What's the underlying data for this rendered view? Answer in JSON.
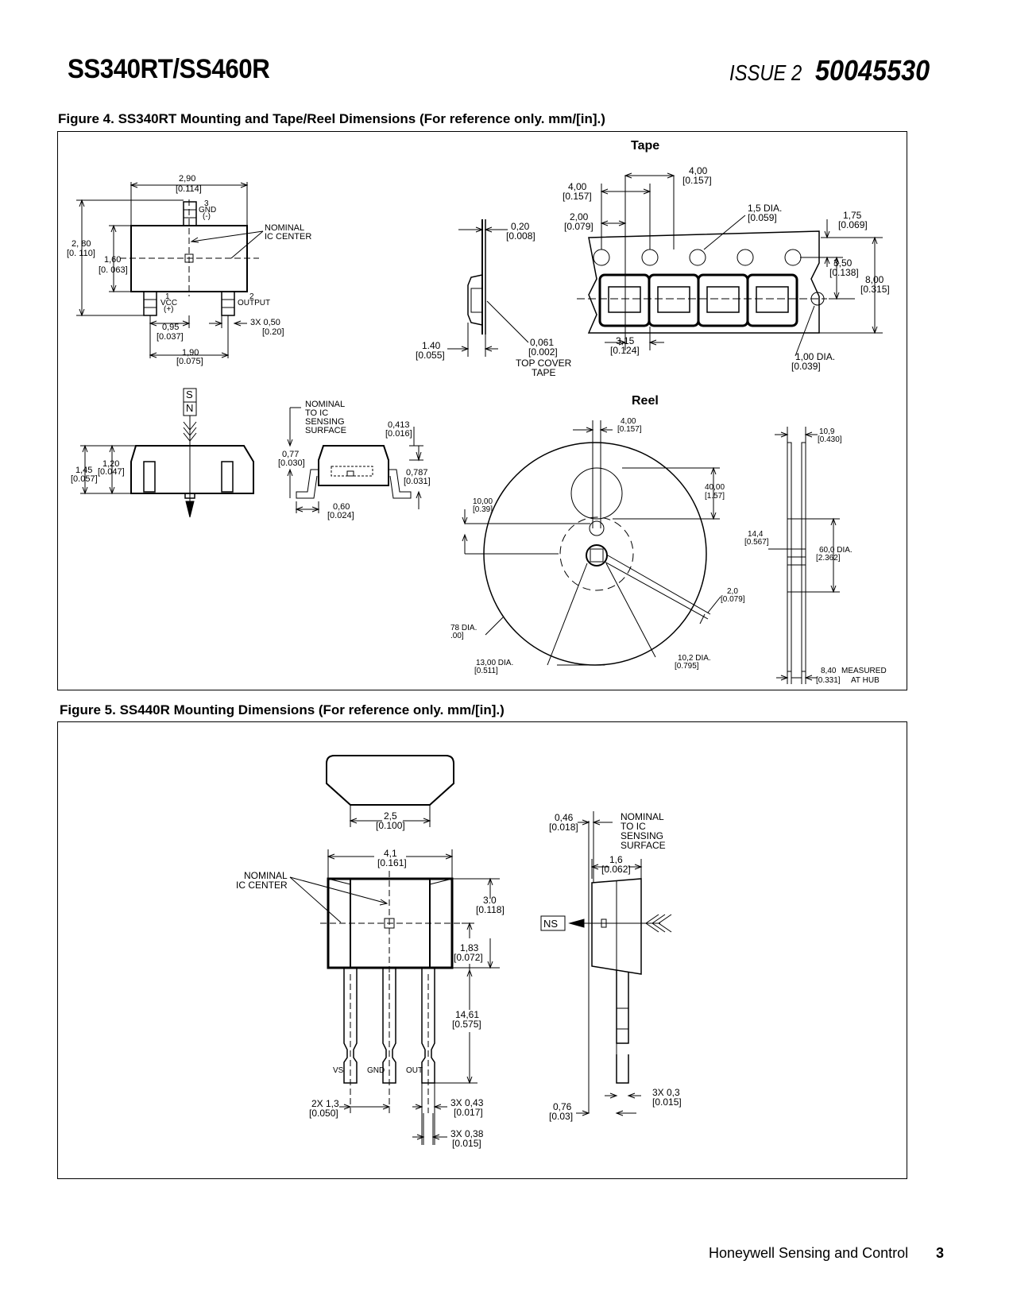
{
  "header": {
    "part": "SS340RT/SS460R",
    "issue": "ISSUE 2",
    "doc_number": "50045530"
  },
  "figure4": {
    "caption": "Figure 4. SS340RT Mounting and Tape/Reel Dimensions (For reference only. mm/[in].)",
    "tape_title": "Tape",
    "reel_title": "Reel",
    "top_view": {
      "width_mm": "2,90",
      "width_in": "[0.114]",
      "height_mm": "2, 80",
      "height_in": "[0. 110]",
      "body_mm": "1,60",
      "body_in": "[0. 063]",
      "pin3": "3",
      "pin3_name": "GND",
      "pin3_pol": "(-)",
      "pin1": "1",
      "pin1_name": "VCC",
      "pin1_pol": "(+)",
      "pin2": "2",
      "pin2_name": "OUTPUT",
      "nominal_1": "NOMINAL",
      "nominal_2": "IC CENTER",
      "pitch_mm": "0,95",
      "pitch_in": "[0.037]",
      "lead_mm": "3X 0,50",
      "lead_in": "[0.20]",
      "span_mm": "1,90",
      "span_in": "[0.075]"
    },
    "side_view": {
      "s": "S",
      "n": "N",
      "h1_mm": "1,45",
      "h1_in": "[0.057]",
      "h2_mm": "1,20",
      "h2_in": "[0.047]"
    },
    "end_view": {
      "nom1": "NOMINAL",
      "nom2": "TO IC",
      "nom3": "SENSING",
      "nom4": "SURFACE",
      "a_mm": "0,413",
      "a_in": "[0.016]",
      "b_mm": "0,77",
      "b_in": "[0.030]",
      "c_mm": "0,787",
      "c_in": "[0.031]",
      "d_mm": "0,60",
      "d_in": "[0.024]"
    },
    "tape": {
      "d020_mm": "0,20",
      "d020_in": "[0.008]",
      "d140_mm": "1.40",
      "d140_in": "[0.055]",
      "d0061_mm": "0,061",
      "d0061_in": "[0.002]",
      "cover1": "TOP COVER",
      "cover2": "TAPE",
      "d400a_mm": "4,00",
      "d400a_in": "[0.157]",
      "d400b_mm": "4,00",
      "d400b_in": "[0.157]",
      "d200_mm": "2,00",
      "d200_in": "[0.079]",
      "dia15_mm": "1,5 DIA.",
      "dia15_in": "[0.059]",
      "d175_mm": "1,75",
      "d175_in": "[0.069]",
      "d350_mm": "3,50",
      "d350_in": "[0.138]",
      "d800_mm": "8,00",
      "d800_in": "[0.315]",
      "d315_mm": "3,15",
      "d315_in": "[0.124]",
      "dia100_mm": "1,00 DIA.",
      "dia100_in": "[0.039]"
    },
    "reel": {
      "r400_mm": "4,00",
      "r400_in": "[0.157]",
      "r4000_mm": "40,00",
      "r4000_in": "[1.57]",
      "r1000_mm": "10,00",
      "r1000_in": "[0.39]",
      "r20_mm": "2,0",
      "r20_in": "[0.079]",
      "r78_mm": "78 DIA.",
      "r78_in": ".00]",
      "r13_mm": "13,00 DIA.",
      "r13_in": "[0.511]",
      "r102_mm": "10,2 DIA.",
      "r102_in": "[0.795]",
      "r109_mm": "10,9",
      "r109_in": "[0.430]",
      "r144_mm": "14,4",
      "r144_in": "[0.567]",
      "r60_mm": "60,0 DIA.",
      "r60_in": "[2.362]",
      "r840_mm": "8,40",
      "r840_note1": "MEASURED",
      "r840_in": "[0.331]",
      "r840_note2": "AT HUB"
    }
  },
  "figure5": {
    "caption": "Figure 5. SS440R Mounting Dimensions (For reference only. mm/[in].)",
    "w25_mm": "2,5",
    "w25_in": "[0.100]",
    "w41_mm": "4,1",
    "w41_in": "[0.161]",
    "nom1": "NOMINAL",
    "nom2": "IC CENTER",
    "h30_mm": "3.0",
    "h30_in": "[0.118]",
    "h183_mm": "1,83",
    "h183_in": "[0.072]",
    "l1461_mm": "14,61",
    "l1461_in": "[0.575]",
    "vs": "VS",
    "gnd": "GND",
    "out": "OUT",
    "p13_mm": "2X 1,3",
    "p13_in": "[0.050]",
    "w043_mm": "3X 0,43",
    "w043_in": "[0.017]",
    "w038_mm": "3X 0,38",
    "w038_in": "[0.015]",
    "s046_mm": "0,46",
    "s046_in": "[0.018]",
    "snom1": "NOMINAL",
    "snom2": "TO IC",
    "snom3": "SENSING",
    "snom4": "SURFACE",
    "s16_mm": "1,6",
    "s16_in": "[0.062]",
    "ns": "NS",
    "s03_mm": "3X 0,3",
    "s03_in": "[0.015]",
    "s076_mm": "0,76",
    "s076_in": "[0.03]"
  },
  "footer": {
    "company": "Honeywell Sensing and Control",
    "page": "3"
  }
}
